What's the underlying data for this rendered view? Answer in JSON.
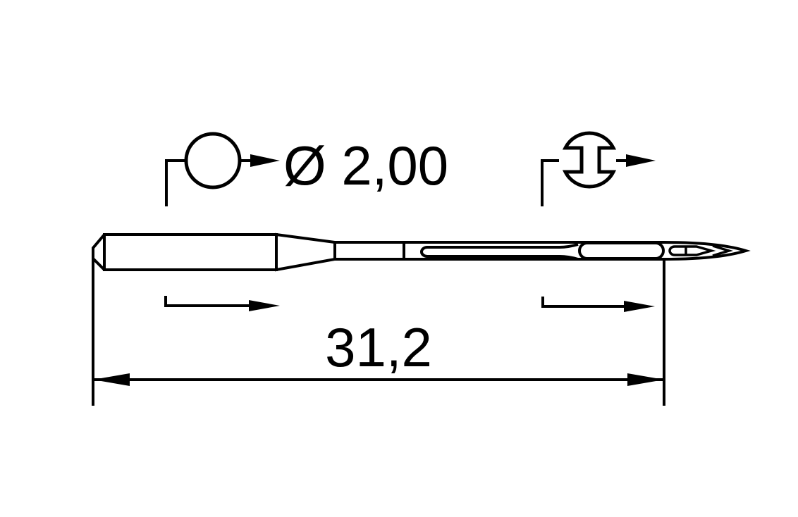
{
  "drawing": {
    "kind": "needle-technical-drawing",
    "annotations": {
      "diameter_label": "Ø 2,00",
      "length_label": "31,2"
    },
    "icons": {
      "shank_section": "round-cross-section-icon",
      "blade_section": "grooved-cross-section-icon"
    },
    "colors": {
      "line": "#000000",
      "background": "#ffffff"
    }
  }
}
